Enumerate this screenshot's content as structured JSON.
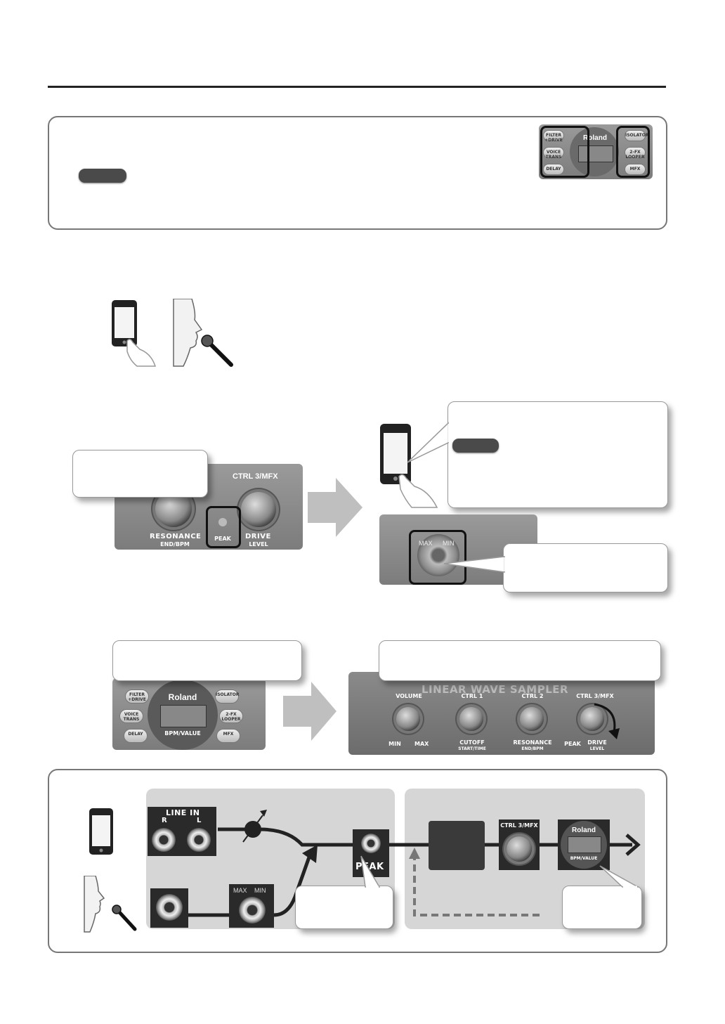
{
  "device": {
    "brand": "Roland",
    "display_label": "BPM/VALUE",
    "buttons_left": [
      "FILTER +DRIVE",
      "VOICE TRANS",
      "DELAY"
    ],
    "buttons_right": [
      "ISOLATOR",
      "2-FX LOOPER",
      "MFX"
    ]
  },
  "panel_knobs": {
    "ctrl3": "CTRL 3/MFX",
    "resonance": "RESONANCE",
    "resonance_sub": "END/BPM",
    "peak": "PEAK",
    "drive": "DRIVE",
    "drive_sub": "LEVEL"
  },
  "mic_knob": {
    "max": "MAX",
    "min": "MIN"
  },
  "top_panel": {
    "volume": "VOLUME",
    "ctrl1": "CTRL 1",
    "ctrl2": "CTRL 2",
    "ctrl3": "CTRL 3/MFX",
    "min": "MIN",
    "max": "MAX",
    "cutoff": "CUTOFF",
    "cutoff_sub": "START/TIME",
    "resonance": "RESONANCE",
    "resonance_sub": "END/BPM",
    "peak": "PEAK",
    "drive": "DRIVE",
    "drive_sub": "LEVEL",
    "model_text": "LINEAR WAVE SAMPLER"
  },
  "flow": {
    "line_in": "LINE IN",
    "r": "R",
    "l": "L",
    "max": "MAX",
    "min": "MIN",
    "peak": "PEAK",
    "ctrl3": "CTRL 3/MFX",
    "brand": "Roland",
    "display_label": "BPM/VALUE"
  },
  "colors": {
    "rule": "#222222",
    "panel_border": "#777777",
    "pill": "#4a4a4a",
    "flow_bg": "#d6d6d6"
  }
}
